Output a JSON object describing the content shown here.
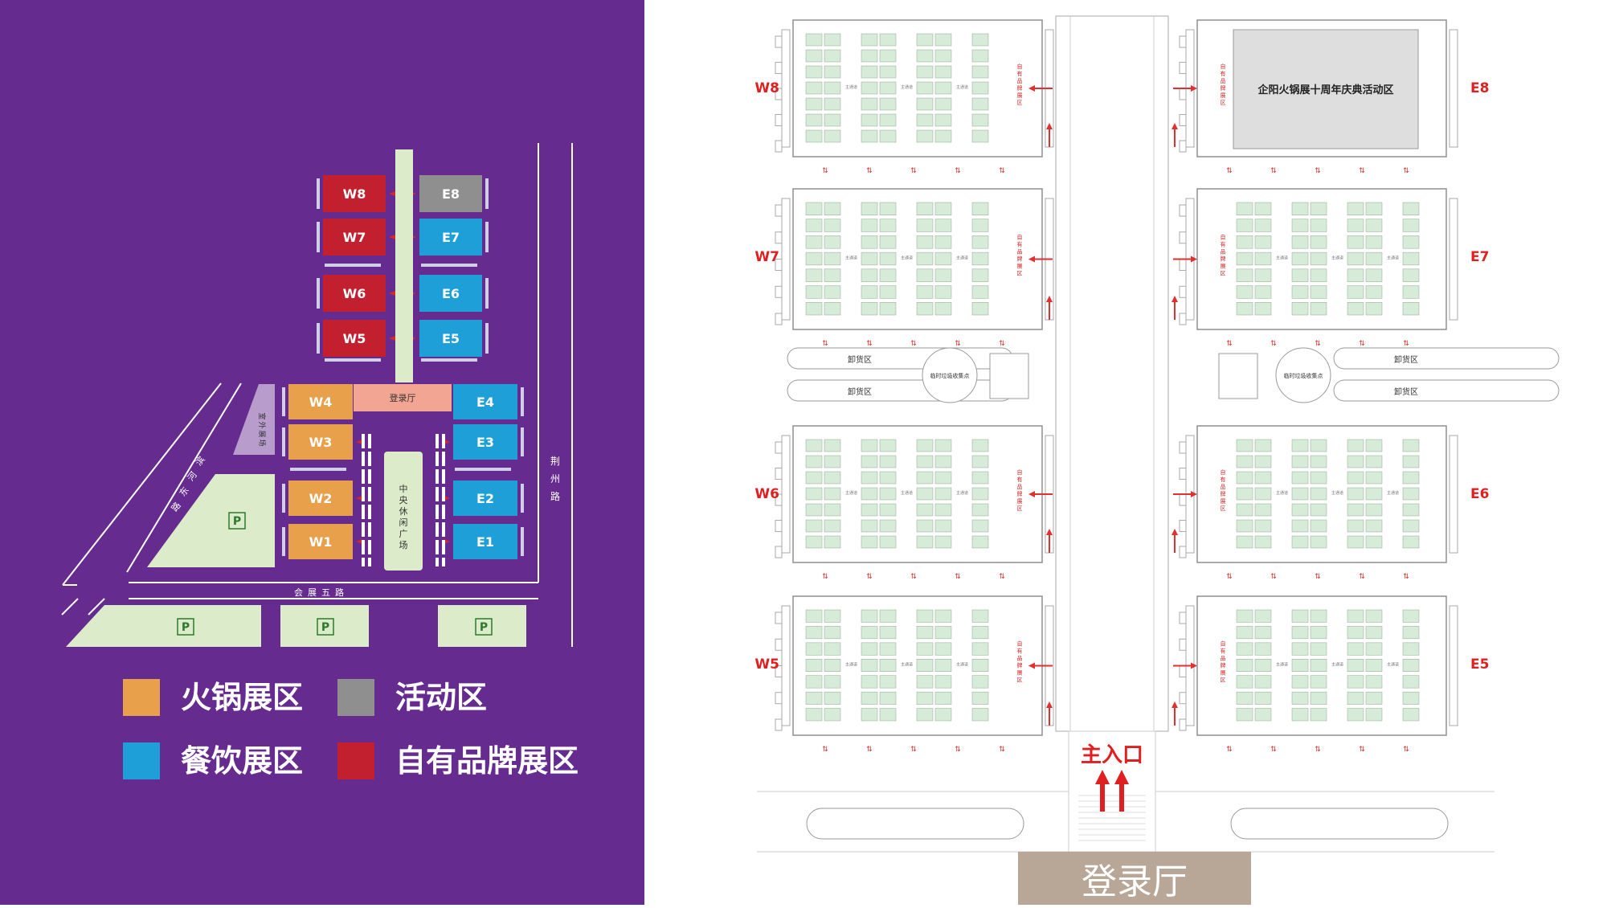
{
  "colors": {
    "background_left": "#652b8f",
    "hotpot": "#e8a04a",
    "activity": "#8f8f8f",
    "catering": "#1e9fd8",
    "own_brand": "#c21f2f",
    "registration": "#f2a593",
    "light_green": "#dceccb",
    "road_line": "#ffffff",
    "arrow_red": "#e03030",
    "lobby_bg": "#b8a797"
  },
  "left_map": {
    "halls": [
      {
        "id": "W8",
        "label": "W8",
        "zone": "own_brand"
      },
      {
        "id": "W7",
        "label": "W7",
        "zone": "own_brand"
      },
      {
        "id": "W6",
        "label": "W6",
        "zone": "own_brand"
      },
      {
        "id": "W5",
        "label": "W5",
        "zone": "own_brand"
      },
      {
        "id": "W4",
        "label": "W4",
        "zone": "hotpot"
      },
      {
        "id": "W3",
        "label": "W3",
        "zone": "hotpot"
      },
      {
        "id": "W2",
        "label": "W2",
        "zone": "hotpot"
      },
      {
        "id": "W1",
        "label": "W1",
        "zone": "hotpot"
      },
      {
        "id": "E8",
        "label": "E8",
        "zone": "activity"
      },
      {
        "id": "E7",
        "label": "E7",
        "zone": "catering"
      },
      {
        "id": "E6",
        "label": "E6",
        "zone": "catering"
      },
      {
        "id": "E5",
        "label": "E5",
        "zone": "catering"
      },
      {
        "id": "E4",
        "label": "E4",
        "zone": "catering"
      },
      {
        "id": "E3",
        "label": "E3",
        "zone": "catering"
      },
      {
        "id": "E2",
        "label": "E2",
        "zone": "catering"
      },
      {
        "id": "E1",
        "label": "E1",
        "zone": "catering"
      }
    ],
    "registration_label": "登录厅",
    "plaza_label": "中央休闲广场",
    "outdoor_label": "室外展场",
    "road_bottom": "会展五路",
    "road_right": "荆州路",
    "road_diag": "滨河东路",
    "parking_label": "P"
  },
  "legend": [
    {
      "label": "火锅展区",
      "zone": "hotpot"
    },
    {
      "label": "活动区",
      "zone": "activity"
    },
    {
      "label": "餐饮展区",
      "zone": "catering"
    },
    {
      "label": "自有品牌展区",
      "zone": "own_brand"
    }
  ],
  "right_map": {
    "west_labels": [
      "W8",
      "W7",
      "W6",
      "W5"
    ],
    "east_labels": [
      "E8",
      "E7",
      "E6",
      "E5"
    ],
    "activity_area": "企阳火锅展十周年庆典活动区",
    "unloading": "卸货区",
    "garbage": "临时垃圾收集点",
    "own_brand_vertical": "自有品牌展区",
    "main_entrance": "主入口",
    "lobby": "登录厅",
    "aisle_label": "主通道"
  }
}
